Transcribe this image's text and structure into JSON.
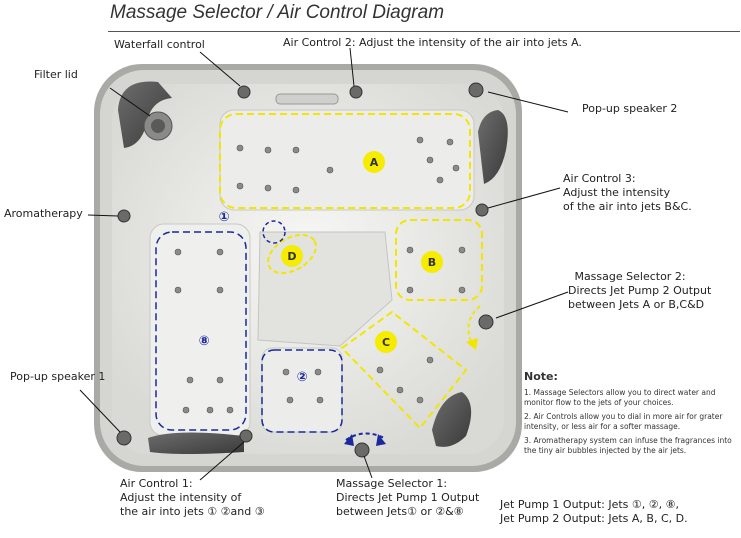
{
  "title": "Massage Selector / Air Control Diagram",
  "labels": {
    "waterfall": "Waterfall control",
    "air2": "Air Control 2: Adjust the intensity of the air into jets A.",
    "filter": "Filter lid",
    "speaker2": "Pop-up speaker 2",
    "air3_l1": "Air Control 3:",
    "air3_l2": "Adjust the intensity",
    "air3_l3": "of the air into jets B&C.",
    "aroma": "Aromatherapy",
    "ms2_l1": "Massage Selector 2:",
    "ms2_l2": "Directs Jet Pump 2 Output",
    "ms2_l3": "between Jets A or B,C&D",
    "speaker1": "Pop-up speaker 1",
    "air1_l1": "Air Control 1:",
    "air1_l2": "Adjust the intensity of",
    "air1_l3": "the air into jets ① ②and ③",
    "ms1_l1": "Massage Selector 1:",
    "ms1_l2": "Directs Jet Pump 1 Output",
    "ms1_l3": "between Jets① or ②&⑧"
  },
  "zones": {
    "A": "A",
    "B": "B",
    "C": "C",
    "D": "D",
    "one": "①",
    "two": "②",
    "eight": "⑧"
  },
  "notes": {
    "head": "Note:",
    "n1": "1. Massage Selectors allow you to direct water and monitor flow to the jets of your choices.",
    "n2": "2. Air Controls allow you to dial in more air for grater intensity, or less air for a softer massage.",
    "n3": "3. Aromatherapy system can infuse the fragrances into the tiny air bubbles injected by the air jets."
  },
  "jet_output": {
    "pump1": "Jet Pump 1 Output: Jets ①, ②, ⑧,",
    "pump2": "Jet Pump 2 Output: Jets A, B, C, D."
  },
  "colors": {
    "zone_outline_yellow": "#f2e600",
    "zone_outline_blue": "#1a2a9c",
    "zone_fill_yellow": "#f5ec00",
    "shell": "#e9e9e6",
    "rim": "#d2d2cf",
    "cabinet": "#9a9a98"
  }
}
